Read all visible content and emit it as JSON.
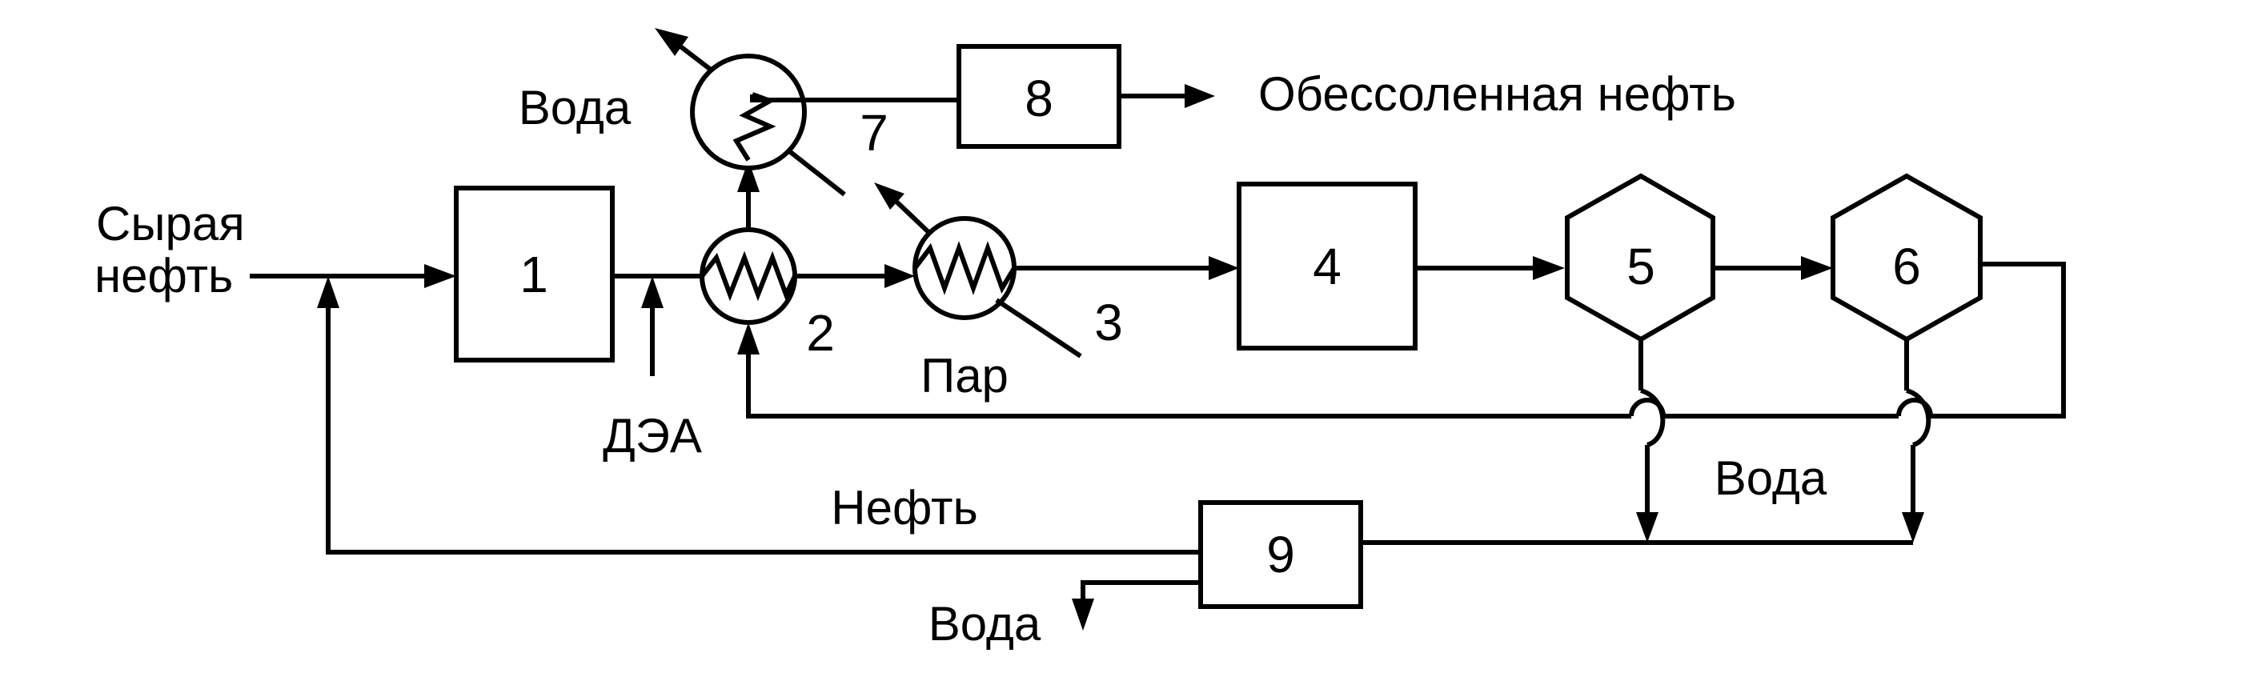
{
  "labels": {
    "crude_oil_line1": "Сырая",
    "crude_oil_line2": "нефть",
    "dea": "ДЭА",
    "steam": "Пар",
    "water_top": "Вода",
    "desalted_oil": "Обессоленная нефть",
    "water_right": "Вода",
    "oil_return": "Нефть",
    "water_bottom": "Вода"
  },
  "units": {
    "u1": "1",
    "u2": "2",
    "u3": "3",
    "u4": "4",
    "u5": "5",
    "u6": "6",
    "u7": "7",
    "u8": "8",
    "u9": "9"
  }
}
